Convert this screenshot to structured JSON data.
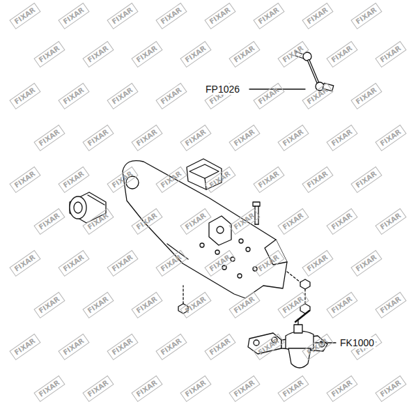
{
  "diagram": {
    "labels": [
      "FP1026",
      "FK1000",
      "FIXAR",
      "FIXAR",
      "FIXAR",
      "FIXAR",
      "FIXAR",
      "FIXAR",
      "FIXAR",
      "FIXAR",
      "FIXAR",
      "FIXAR",
      "FIXAR",
      "FIXAR",
      "FIXAR",
      "FIXAR",
      "FIXAR",
      "FIXAR",
      "FIXAR",
      "FIXAR",
      "FIXAR",
      "FIXAR",
      "FIXAR",
      "FIXAR",
      "FIXAR",
      "FIXAR",
      "FIXAR",
      "FIXAR",
      "FIXAR",
      "FIXAR",
      "FIXAR",
      "FIXAR",
      "FIXAR",
      "FIXAR",
      "FIXAR",
      "FIXAR",
      "FIXAR",
      "FIXAR",
      "FIXAR",
      "FIXAR",
      "FIXAR",
      "FIXAR",
      "FIXAR",
      "FIXAR",
      "FIXAR",
      "FIXAR",
      "FIXAR",
      "FIXAR",
      "FIXAR",
      "FIXAR",
      "FIXAR",
      "FIXAR",
      "FIXAR",
      "FIXAR",
      "FIXAR",
      "FIXAR",
      "FIXAR",
      "FIXAR",
      "FIXAR",
      "FIXAR",
      "FIXAR",
      "FIXAR",
      "FIXAR",
      "FIXAR",
      "FIXAR",
      "FIXAR",
      "FIXAR",
      "FIXAR",
      "FIXAR",
      "FIXAR",
      "FIXAR",
      "FIXAR",
      "FIXAR",
      "FIXAR",
      "FIXAR",
      "FIXAR",
      "FIXAR",
      "FIXAR",
      "FIXAR",
      "FIXAR",
      "FIXAR",
      "FIXAR"
    ]
  }
}
